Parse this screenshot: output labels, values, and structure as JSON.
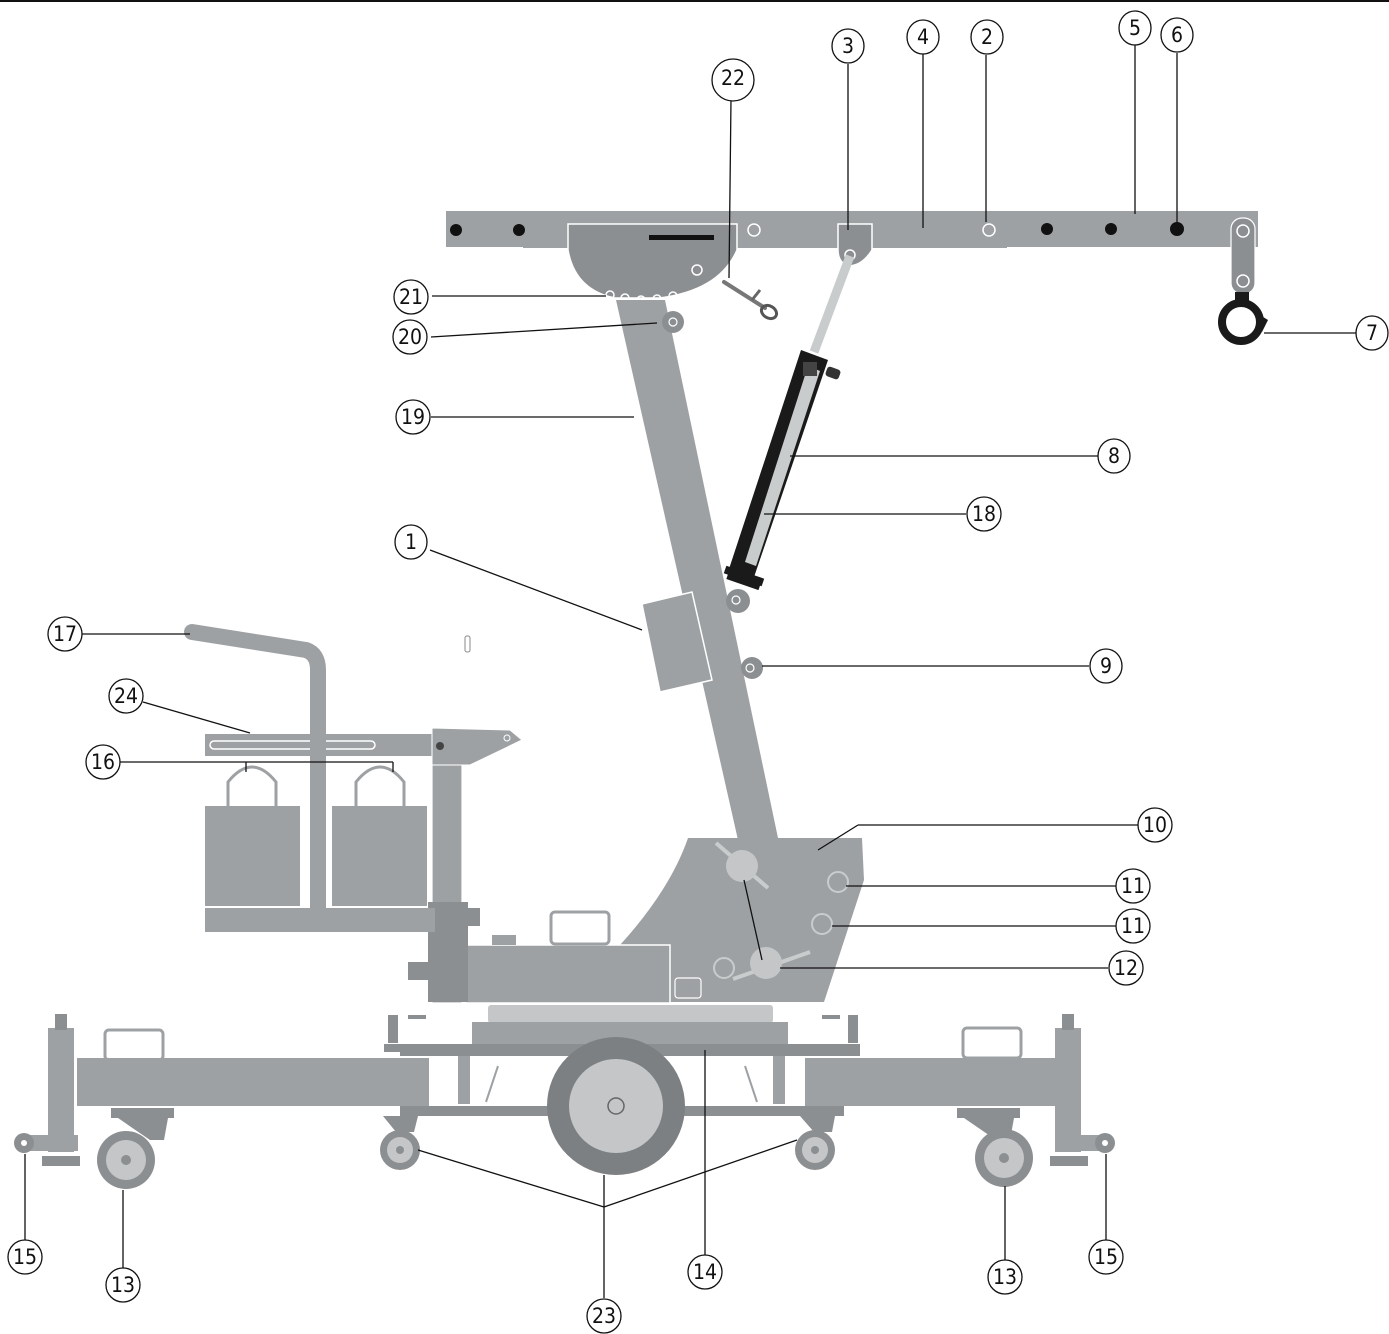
{
  "colors": {
    "frame": "#9ea1a3",
    "frame_dark": "#8c8f92",
    "cylinder": "#1a1a1a",
    "rod": "#c9cccd",
    "wheel_outer": "#7d8083",
    "wheel_inner": "#c4c6c8",
    "line": "#111111",
    "background": "#ffffff"
  },
  "callouts": [
    {
      "id": "c1",
      "number": "1"
    },
    {
      "id": "c2",
      "number": "2"
    },
    {
      "id": "c3",
      "number": "3"
    },
    {
      "id": "c4",
      "number": "4"
    },
    {
      "id": "c5",
      "number": "5"
    },
    {
      "id": "c6",
      "number": "6"
    },
    {
      "id": "c7",
      "number": "7"
    },
    {
      "id": "c8",
      "number": "8"
    },
    {
      "id": "c9",
      "number": "9"
    },
    {
      "id": "c10",
      "number": "10"
    },
    {
      "id": "c11a",
      "number": "11"
    },
    {
      "id": "c11b",
      "number": "11"
    },
    {
      "id": "c12",
      "number": "12"
    },
    {
      "id": "c13a",
      "number": "13"
    },
    {
      "id": "c13b",
      "number": "13"
    },
    {
      "id": "c14",
      "number": "14"
    },
    {
      "id": "c15a",
      "number": "15"
    },
    {
      "id": "c15b",
      "number": "15"
    },
    {
      "id": "c16",
      "number": "16"
    },
    {
      "id": "c17",
      "number": "17"
    },
    {
      "id": "c18",
      "number": "18"
    },
    {
      "id": "c19",
      "number": "19"
    },
    {
      "id": "c20",
      "number": "20"
    },
    {
      "id": "c21",
      "number": "21"
    },
    {
      "id": "c22",
      "number": "22"
    },
    {
      "id": "c23",
      "number": "23"
    },
    {
      "id": "c24",
      "number": "24"
    }
  ]
}
